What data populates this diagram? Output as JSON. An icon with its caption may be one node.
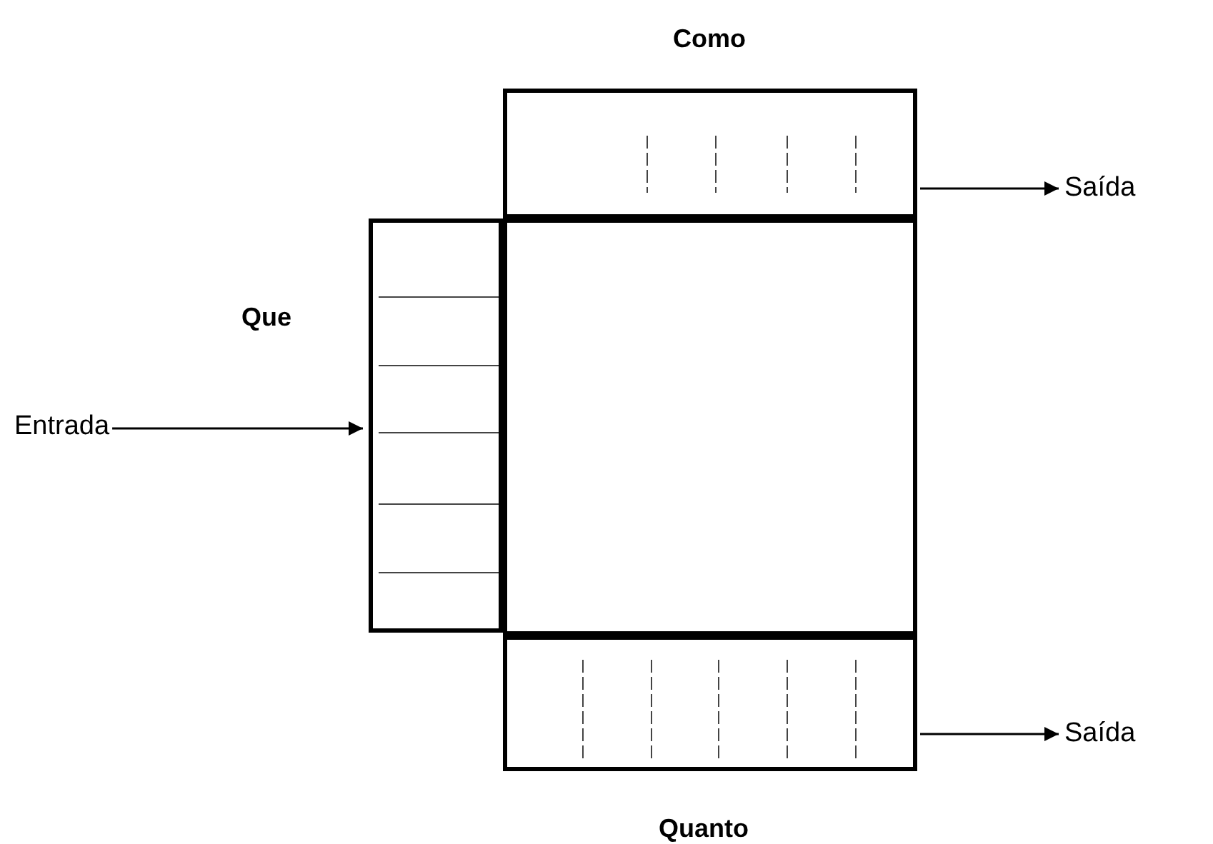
{
  "diagram": {
    "nodes": [
      {
        "text": [
          "Como"
        ]
      },
      {
        "text": [
          "Que"
        ]
      },
      {
        "text": [],
        "shape": "box"
      },
      {
        "text": [
          "Quanto"
        ]
      },
      {
        "text": [
          "Saída"
        ]
      },
      {
        "text": [
          "Entrada"
        ]
      },
      {
        "text": [
          "Saída"
        ]
      }
    ],
    "edges": [
      {
        "from": 0,
        "to": 4,
        "arrow": "to"
      },
      {
        "from": 5,
        "to": 1,
        "arrow": "to"
      },
      {
        "from": 3,
        "to": 6,
        "arrow": "to"
      }
    ]
  }
}
